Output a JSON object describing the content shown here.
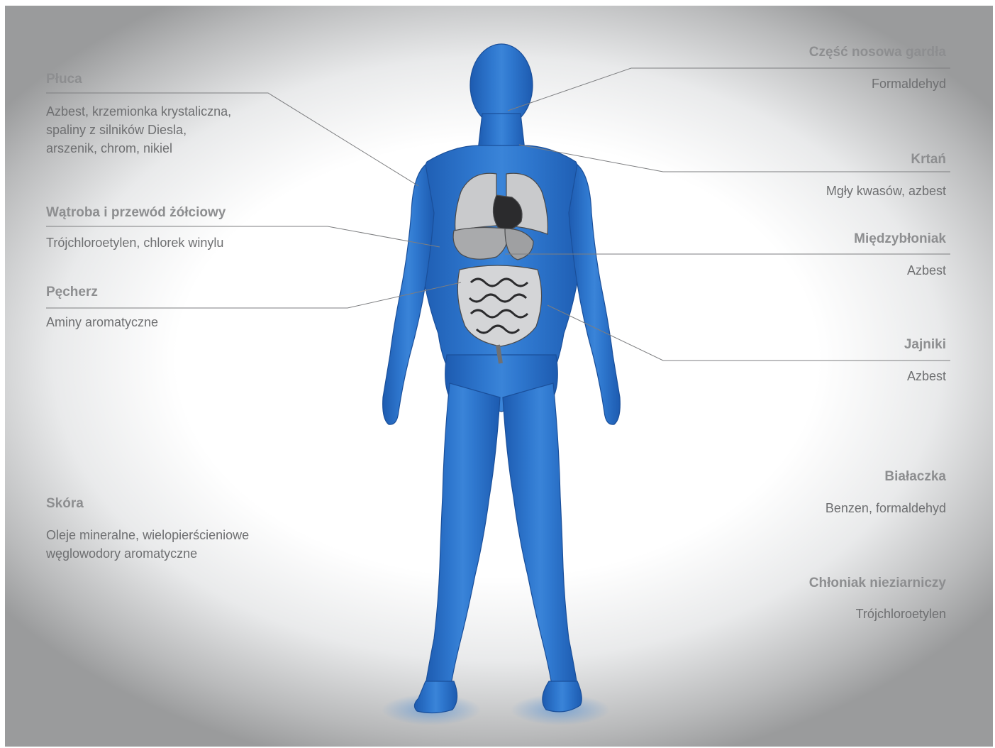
{
  "left_annotations": [
    {
      "id": "pluca",
      "title": "Płuca",
      "text": "Azbest, krzemionka krystaliczna,\nspaliny z silników Diesla,\narszenik, chrom, nikiel"
    },
    {
      "id": "watroba",
      "title": "Wątroba i przewód żółciowy",
      "text": "Trójchloroetylen, chlorek winylu"
    },
    {
      "id": "pecherz",
      "title": "Pęcherz",
      "text": "Aminy aromatyczne"
    },
    {
      "id": "skora",
      "title": "Skóra",
      "text": "Oleje mineralne, wielopierścieniowe\nwęglowodory aromatyczne"
    }
  ],
  "right_annotations": [
    {
      "id": "gardlo",
      "title": "Część nosowa gardła",
      "text": "Formaldehyd"
    },
    {
      "id": "krtan",
      "title": "Krtań",
      "text": "Mgły kwasów, azbest"
    },
    {
      "id": "miedzyblonak",
      "title": "Międzybłoniak",
      "text": "Azbest"
    },
    {
      "id": "jajniki",
      "title": "Jajniki",
      "text": "Azbest"
    },
    {
      "id": "bialaczka",
      "title": "Białaczka",
      "text": "Benzen, formaldehyd"
    },
    {
      "id": "chloniak",
      "title": "Chłoniak nieziarniczy",
      "text": "Trójchloroetylen"
    }
  ],
  "colors": {
    "body_blue": "#2a6fc4",
    "body_shadow": "#1a4f9a",
    "organ_grey": "#b8b9bb",
    "label_grey": "#8d8e90",
    "text_grey": "#6e6f71",
    "line_grey": "#7d7e80"
  },
  "icons": {
    "figure": "human-body-figure",
    "organs": "internal-organs"
  }
}
